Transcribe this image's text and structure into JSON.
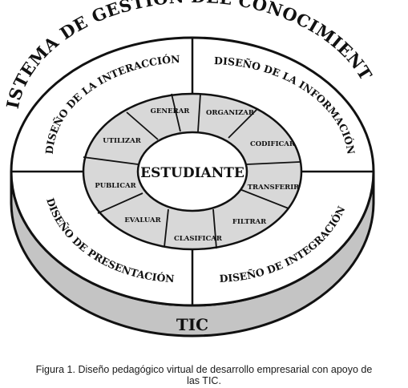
{
  "title_arc": "SISTEMA DE GESTIÓN DEL CONOCIMIENTO",
  "center": "ESTUDIANTE",
  "base_label": "TIC",
  "outer_quadrants": {
    "top_left": "DISEÑO DE LA INTERACCIÓN",
    "top_right": "DISEÑO DE LA INFORMACIÓN",
    "bottom_left": "DISEÑO DE PRESENTACIÓN",
    "bottom_right": "DISEÑO DE INTEGRACIÓN"
  },
  "ring_segments": [
    "GENERAR",
    "ORGANIZAR",
    "CODIFICAR",
    "TRANSFERIR",
    "FILTRAR",
    "CLASIFICAR",
    "EVALUAR",
    "PUBLICAR",
    "UTILIZAR"
  ],
  "caption": {
    "line1": "Figura 1. Diseño pedagógico virtual de desarrollo empresarial con apoyo de",
    "line2": "las TIC."
  },
  "colors": {
    "ink": "#111111",
    "ring_fill": "#d8d8d8",
    "base_fill": "#c4c4c4",
    "background": "#ffffff"
  }
}
